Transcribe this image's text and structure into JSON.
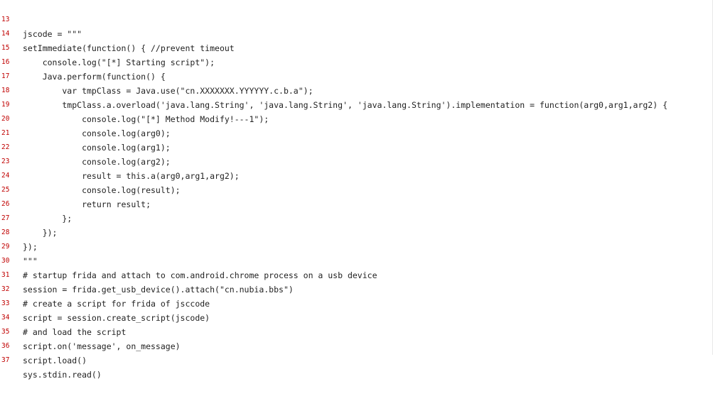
{
  "editor": {
    "lines": [
      {
        "number": "13",
        "text": "jscode = \"\"\""
      },
      {
        "number": "14",
        "text": "setImmediate(function() { //prevent timeout"
      },
      {
        "number": "15",
        "text": "    console.log(\"[*] Starting script\");"
      },
      {
        "number": "16",
        "text": "    Java.perform(function() {"
      },
      {
        "number": "17",
        "text": "        var tmpClass = Java.use(\"cn.XXXXXXX.YYYYYY.c.b.a\");"
      },
      {
        "number": "18",
        "text": "        tmpClass.a.overload('java.lang.String', 'java.lang.String', 'java.lang.String').implementation = function(arg0,arg1,arg2) {"
      },
      {
        "number": "19",
        "text": "            console.log(\"[*] Method Modify!---1\");"
      },
      {
        "number": "20",
        "text": "            console.log(arg0);"
      },
      {
        "number": "21",
        "text": "            console.log(arg1);"
      },
      {
        "number": "22",
        "text": "            console.log(arg2);"
      },
      {
        "number": "23",
        "text": "            result = this.a(arg0,arg1,arg2);"
      },
      {
        "number": "24",
        "text": "            console.log(result);"
      },
      {
        "number": "25",
        "text": "            return result;"
      },
      {
        "number": "26",
        "text": "        };"
      },
      {
        "number": "27",
        "text": "    });"
      },
      {
        "number": "28",
        "text": "});"
      },
      {
        "number": "29",
        "text": "\"\"\""
      },
      {
        "number": "30",
        "text": "# startup frida and attach to com.android.chrome process on a usb device"
      },
      {
        "number": "31",
        "text": "session = frida.get_usb_device().attach(\"cn.nubia.bbs\")"
      },
      {
        "number": "32",
        "text": "# create a script for frida of jsccode"
      },
      {
        "number": "33",
        "text": "script = session.create_script(jscode)"
      },
      {
        "number": "34",
        "text": "# and load the script"
      },
      {
        "number": "35",
        "text": "script.on('message', on_message)"
      },
      {
        "number": "36",
        "text": "script.load()"
      },
      {
        "number": "37",
        "text": "sys.stdin.read()"
      }
    ]
  },
  "colors": {
    "line_number": "#c00000",
    "code_text": "#222222",
    "background": "#ffffff"
  }
}
